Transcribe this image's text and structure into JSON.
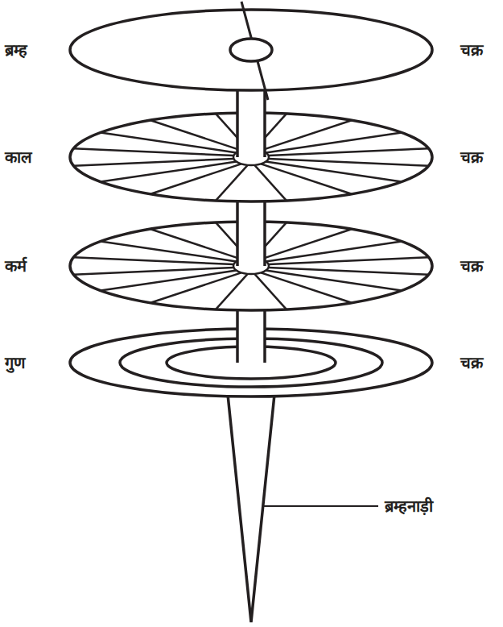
{
  "diagram": {
    "labels": [
      "ब्रम्ह",
      "चक्र",
      "काल",
      "चक्र",
      "कर्म",
      "चक्र",
      "गुण",
      "चक्र",
      "ब्रम्हनाड़ी"
    ]
  }
}
